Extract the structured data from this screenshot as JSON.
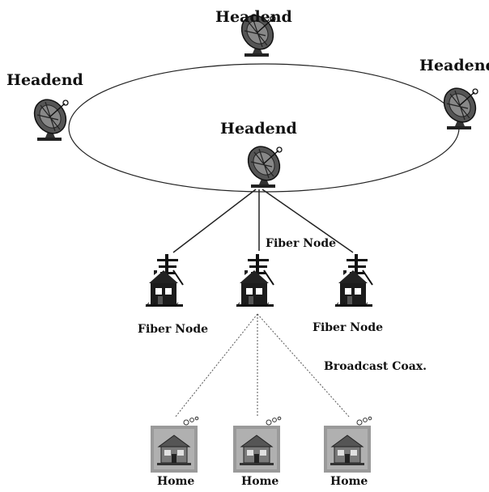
{
  "labels": {
    "headend_top": "Headend",
    "headend_left": "Headend",
    "headend_right": "Headend",
    "headend_center": "Headend",
    "fiber_node_center": "Fiber Node",
    "fiber_node_left": "Fiber Node",
    "fiber_node_right": "Fiber Node",
    "broadcast_coax": "Broadcast Coax.",
    "home_1": "Home",
    "home_2": "Home",
    "home_3": "Home"
  },
  "icons": {
    "headend": "satellite-dish-icon",
    "fiber_node": "house-with-utility-pole-icon",
    "home": "home-icon"
  },
  "colors": {
    "ink": "#111111",
    "line": "#222222",
    "home_fill": "#9a9a9a"
  }
}
